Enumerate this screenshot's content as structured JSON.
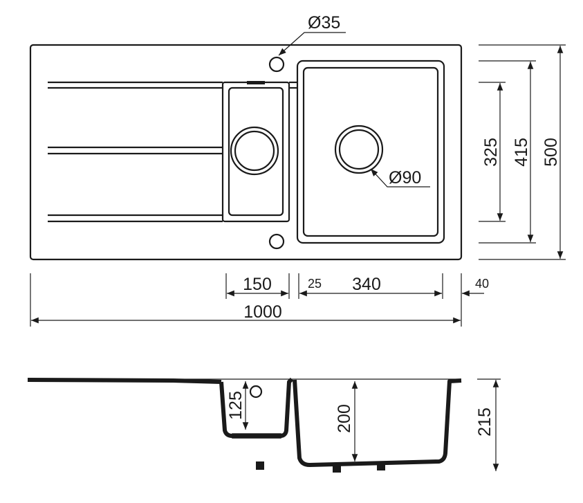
{
  "title": "Sink dimension drawing",
  "top_view": {
    "tap_hole_label": "Ø35",
    "drain_label": "Ø90",
    "heights": {
      "inner_small": "325",
      "inner_large": "415",
      "overall": "500"
    },
    "widths": {
      "small_bowl": "150",
      "divider": "25",
      "large_bowl": "340",
      "edge": "40",
      "overall": "1000"
    }
  },
  "side_view": {
    "small_depth": "125",
    "large_depth": "200",
    "overall_height": "215"
  },
  "colors": {
    "line": "#1a1a1a",
    "background": "#ffffff"
  }
}
